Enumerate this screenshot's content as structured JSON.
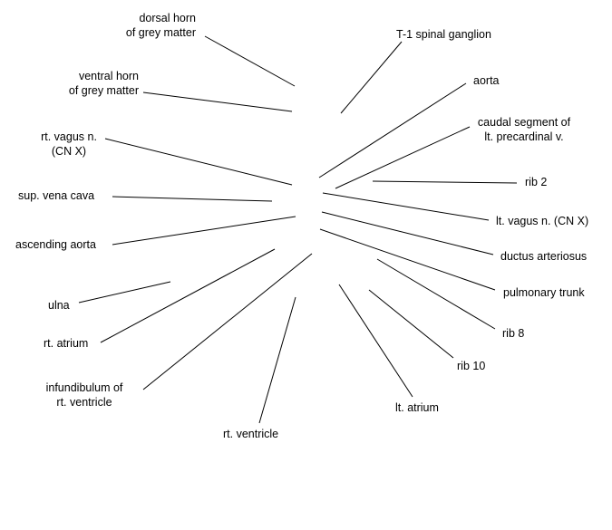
{
  "diagram": {
    "labels": {
      "dorsal_horn": [
        "dorsal horn",
        "of grey matter"
      ],
      "t1_ganglion": [
        "T-1 spinal ganglion"
      ],
      "ventral_horn": [
        "ventral horn",
        "of grey matter"
      ],
      "aorta": [
        "aorta"
      ],
      "caudal_precardinal": [
        "caudal segment of",
        "lt. precardinal v."
      ],
      "rt_vagus": [
        "rt. vagus n.",
        "(CN X)"
      ],
      "rib2": [
        "rib 2"
      ],
      "sup_vena_cava": [
        "sup. vena cava"
      ],
      "lt_vagus": [
        "lt. vagus n. (CN X)"
      ],
      "ascending_aorta": [
        "ascending aorta"
      ],
      "ductus": [
        "ductus arteriosus"
      ],
      "pulmonary_trunk": [
        "pulmonary trunk"
      ],
      "ulna": [
        "ulna"
      ],
      "rib8": [
        "rib 8"
      ],
      "rt_atrium": [
        "rt. atrium"
      ],
      "rib10": [
        "rib 10"
      ],
      "infundibulum": [
        "infundibulum of",
        "rt. ventricle"
      ],
      "lt_atrium": [
        "lt. atrium"
      ],
      "rt_ventricle": [
        "rt. ventricle"
      ]
    }
  }
}
